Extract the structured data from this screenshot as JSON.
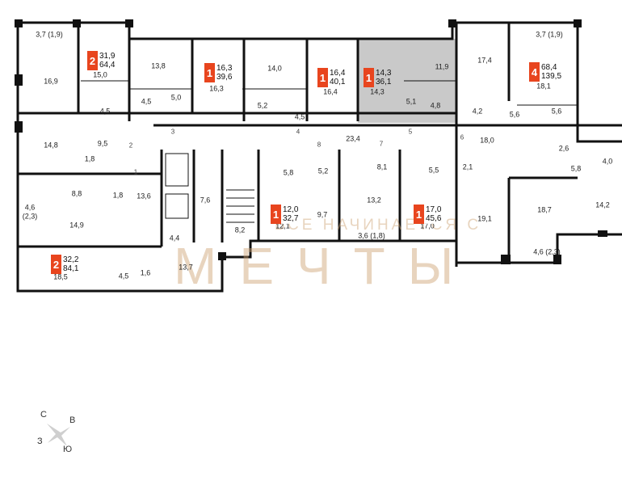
{
  "colors": {
    "wall": "#111111",
    "badge": "#e8451e",
    "selected": "#c9c9c9",
    "watermark": "#cda06e"
  },
  "rooms": [
    "3,7 (1,9)",
    "16,9",
    "15,0",
    "13,8",
    "16,3",
    "4,5",
    "4,5",
    "5,0",
    "14,8",
    "9,5",
    "1,8",
    "8,8",
    "1,8",
    "13,6",
    "14,9",
    "4,6",
    "(2,3)",
    "7,6",
    "8,2",
    "4,4",
    "18,5",
    "4,5",
    "1,6",
    "13,7",
    "14,0",
    "5,2",
    "4,5",
    "16,4",
    "14,3",
    "11,9",
    "5,1",
    "4,8",
    "23,4",
    "5,8",
    "5,2",
    "9,7",
    "12,1",
    "8,1",
    "13,2",
    "3,6 (1,8)",
    "5,5",
    "17,0",
    "2,1",
    "17,4",
    "3,7 (1,9)",
    "18,1",
    "4,2",
    "5,6",
    "5,6",
    "18,0",
    "2,6",
    "4,0",
    "5,8",
    "18,7",
    "14,2",
    "19,1",
    "4,6 (2,3)"
  ],
  "doors": [
    "1",
    "2",
    "3",
    "4",
    "5",
    "6",
    "7",
    "8"
  ],
  "apartments": [
    {
      "rooms": "2",
      "living": "31,9",
      "total": "64,4"
    },
    {
      "rooms": "1",
      "living": "16,3",
      "total": "39,6"
    },
    {
      "rooms": "1",
      "living": "16,4",
      "total": "40,1"
    },
    {
      "rooms": "1",
      "living": "14,3",
      "total": "36,1"
    },
    {
      "rooms": "4",
      "living": "68,4",
      "total": "139,5"
    },
    {
      "rooms": "2",
      "living": "32,2",
      "total": "84,1"
    },
    {
      "rooms": "1",
      "living": "12,0",
      "total": "32,7"
    },
    {
      "rooms": "1",
      "living": "17,0",
      "total": "45,6"
    }
  ],
  "watermark": {
    "line1": "ВСЕ НАЧИНАЕТСЯ С",
    "line2": "МЕЧТЫ"
  },
  "compass": {
    "n": "С",
    "e": "В",
    "w": "З",
    "s": "Ю"
  }
}
